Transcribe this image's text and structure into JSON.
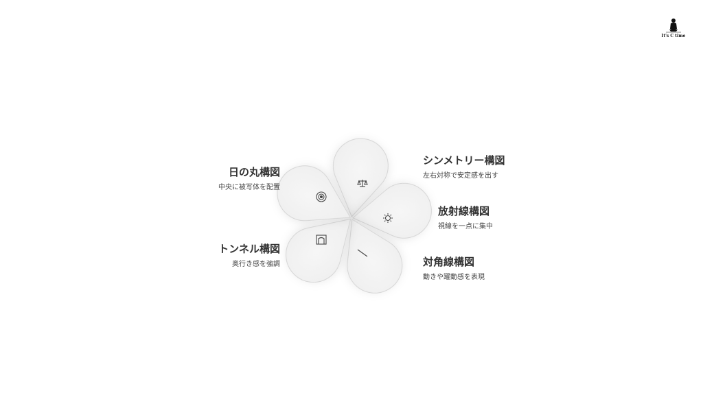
{
  "logo": {
    "text": "It's C time"
  },
  "items": [
    {
      "icon": "scale-icon",
      "title": "シンメトリー構図",
      "description": "左右対称で安定感を出す"
    },
    {
      "icon": "sun-icon",
      "title": "放射線構図",
      "description": "視線を一点に集中"
    },
    {
      "icon": "diagonal-line-icon",
      "title": "対角線構図",
      "description": "動きや躍動感を表現"
    },
    {
      "icon": "arch-icon",
      "title": "トンネル構図",
      "description": "奥行き感を強調"
    },
    {
      "icon": "target-icon",
      "title": "日の丸構図",
      "description": "中央に被写体を配置"
    }
  ]
}
